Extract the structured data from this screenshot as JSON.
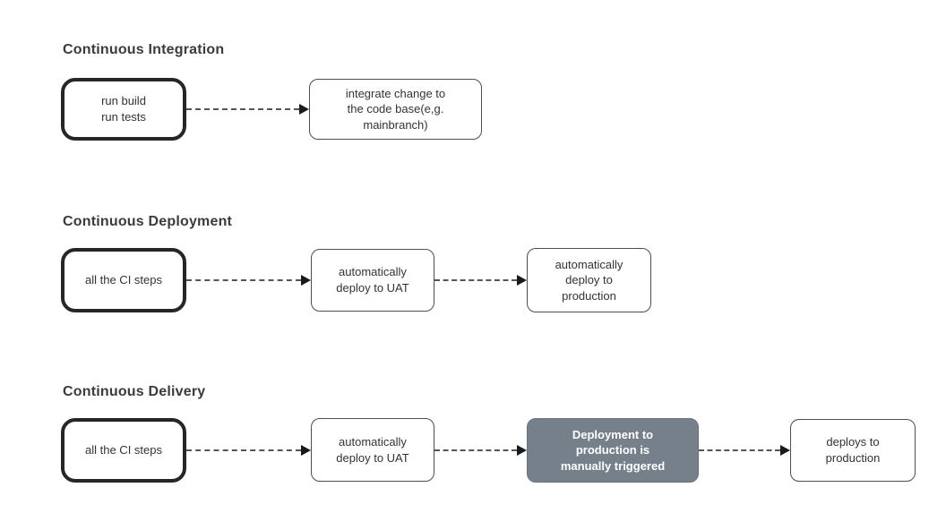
{
  "colors": {
    "background": "#ffffff",
    "thick_node_border": "#262626",
    "thin_node_border": "#4d4d4d",
    "filled_node_background": "#75808b",
    "filled_node_text": "#ffffff",
    "node_text": "#333333",
    "heading_text": "#3b3b3b",
    "arrow": "#555555"
  },
  "sections": [
    {
      "heading": "Continuous Integration",
      "nodes": [
        {
          "label": "run build\nrun tests",
          "style": "thick"
        },
        {
          "label": "integrate change to\nthe code base(e,g.\nmainbranch)",
          "style": "thin"
        }
      ]
    },
    {
      "heading": "Continuous Deployment",
      "nodes": [
        {
          "label": "all the CI steps",
          "style": "thick"
        },
        {
          "label": "automatically\ndeploy to UAT",
          "style": "thin"
        },
        {
          "label": "automatically\ndeploy to\nproduction",
          "style": "thin"
        }
      ]
    },
    {
      "heading": "Continuous Delivery",
      "nodes": [
        {
          "label": "all the CI steps",
          "style": "thick"
        },
        {
          "label": "automatically\ndeploy to UAT",
          "style": "thin"
        },
        {
          "label": "Deployment to\nproduction is\nmanually triggered",
          "style": "filled"
        },
        {
          "label": "deploys to\nproduction",
          "style": "thin"
        }
      ]
    }
  ]
}
